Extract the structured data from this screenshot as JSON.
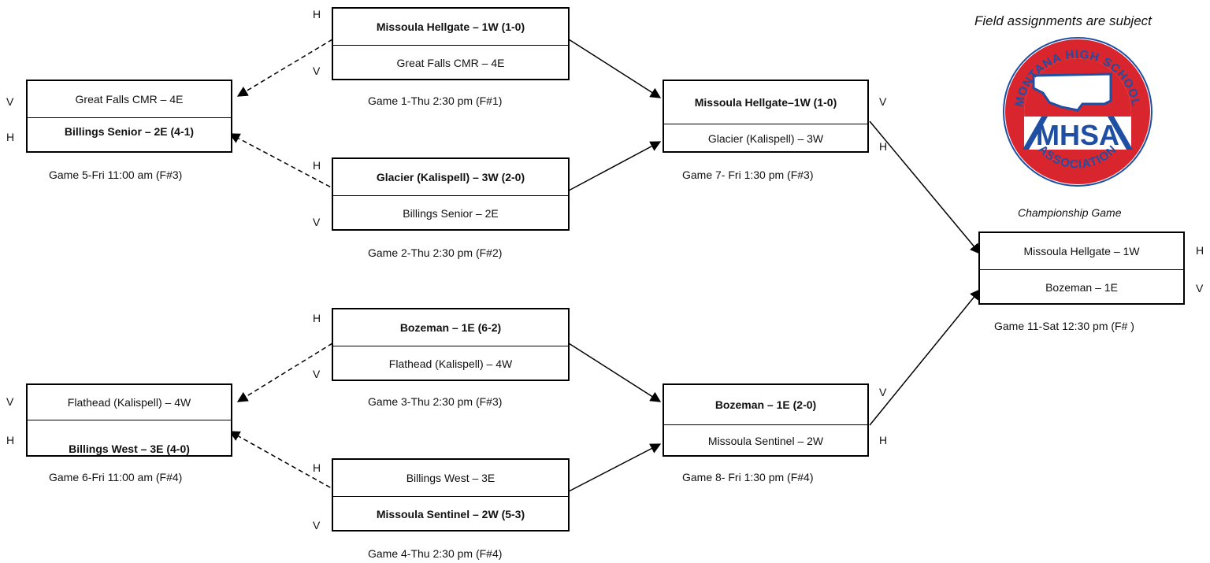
{
  "note": "Field assignments are subject",
  "championship_label": "Championship Game",
  "logo": {
    "arc_top": "MONTANA HIGH SCHOOL",
    "center": "MHSA",
    "arc_bottom": "ASSOCIATION",
    "colors": {
      "red": "#d9262e",
      "blue": "#1e4fa3"
    }
  },
  "games": {
    "g1": {
      "top": "Missoula Hellgate – 1W (1-0)",
      "bottom": "Great Falls CMR – 4E",
      "caption": "Game 1-Thu 2:30 pm (F#1)",
      "top_mark": "H",
      "bottom_mark": "V"
    },
    "g2": {
      "top": "Glacier (Kalispell) – 3W (2-0)",
      "bottom": "Billings Senior – 2E",
      "caption": "Game 2-Thu 2:30 pm (F#2)",
      "top_mark": "H",
      "bottom_mark": "V"
    },
    "g3": {
      "top": "Bozeman – 1E (6-2)",
      "bottom": "Flathead (Kalispell) – 4W",
      "caption": "Game 3-Thu 2:30 pm (F#3)",
      "top_mark": "H",
      "bottom_mark": "V"
    },
    "g4": {
      "top": "Billings West – 3E",
      "bottom": "Missoula Sentinel – 2W (5-3)",
      "caption": "Game 4-Thu 2:30 pm (F#4)",
      "top_mark": "H",
      "bottom_mark": "V"
    },
    "g5": {
      "top": "Great Falls CMR – 4E",
      "bottom": "Billings Senior – 2E (4-1)",
      "caption": "Game 5-Fri 11:00 am (F#3)",
      "top_mark": "V",
      "bottom_mark": "H"
    },
    "g6": {
      "top": "Flathead (Kalispell) – 4W",
      "bottom": "Billings West – 3E (4-0)",
      "caption": "Game 6-Fri 11:00 am (F#4)",
      "top_mark": "V",
      "bottom_mark": "H"
    },
    "g7": {
      "top": "Missoula Hellgate–1W (1-0)",
      "bottom": "Glacier (Kalispell) – 3W",
      "caption": "Game 7- Fri 1:30 pm (F#3)",
      "top_mark": "V",
      "bottom_mark": "H"
    },
    "g8": {
      "top": "Bozeman – 1E (2-0)",
      "bottom": "Missoula Sentinel – 2W",
      "caption": "Game 8- Fri 1:30 pm (F#4)",
      "top_mark": "V",
      "bottom_mark": "H"
    },
    "g11": {
      "top": "Missoula Hellgate – 1W",
      "bottom": "Bozeman – 1E",
      "caption": "Game 11-Sat 12:30 pm (F# )",
      "top_mark": "H",
      "bottom_mark": "V"
    }
  }
}
